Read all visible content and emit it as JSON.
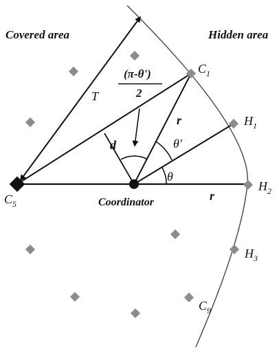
{
  "regions": {
    "covered": "Covered area",
    "hidden": "Hidden area"
  },
  "coordinator": {
    "label": "Coordinator"
  },
  "nodes": {
    "c1": {
      "main": "C",
      "sub": "1"
    },
    "c5": {
      "main": "C",
      "sub": "5"
    },
    "c9": {
      "main": "C",
      "sub": "9"
    },
    "h1": {
      "main": "H",
      "sub": "1"
    },
    "h2": {
      "main": "H",
      "sub": "2"
    },
    "h3": {
      "main": "H",
      "sub": "3"
    }
  },
  "symbols": {
    "t": "T",
    "r_upper": "r",
    "r_lower": "r",
    "d": "d",
    "theta": "θ",
    "theta_prime": "θ'",
    "fraction_numerator": "(π-θ')",
    "fraction_denominator": "2"
  },
  "colors": {
    "node": "#8c8c8c",
    "line": "#111111",
    "background": "#ffffff"
  }
}
